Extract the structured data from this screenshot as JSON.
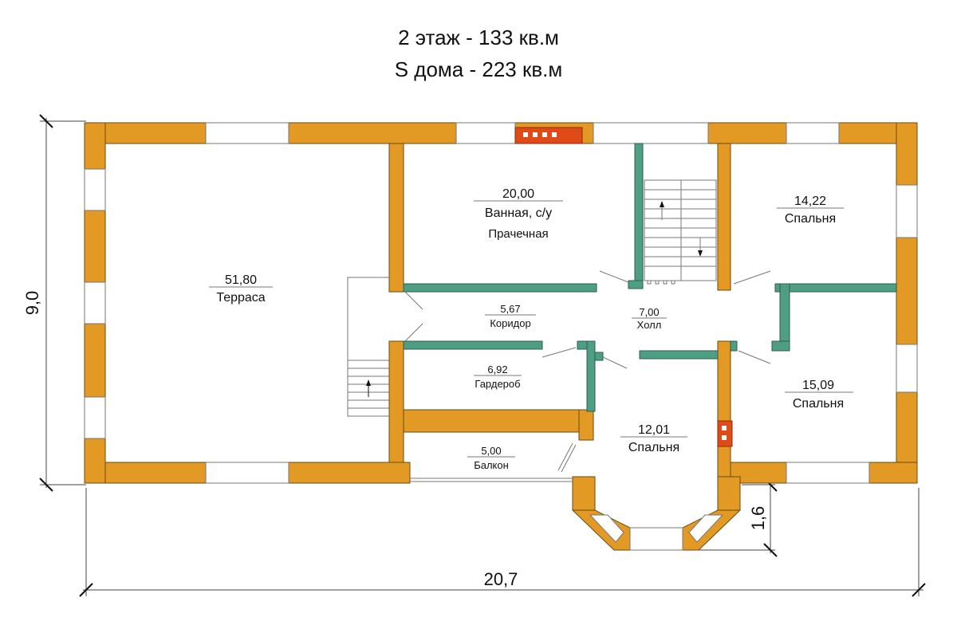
{
  "header": {
    "floor_line": "2 этаж  - 133 кв.м",
    "house_line": "S дома - 223 кв.м"
  },
  "rooms": {
    "terrace": {
      "area": "51,80",
      "name": "Терраса"
    },
    "bath": {
      "area": "20,00",
      "name": "Ванная, с/у",
      "name2": "Прачечная"
    },
    "bed1": {
      "area": "14,22",
      "name": "Спальня"
    },
    "corridor": {
      "area": "5,67",
      "name": "Коридор"
    },
    "hall": {
      "area": "7,00",
      "name": "Холл"
    },
    "wardrobe": {
      "area": "6,92",
      "name": "Гардероб"
    },
    "bed2": {
      "area": "15,09",
      "name": "Спальня"
    },
    "bed3": {
      "area": "12,01",
      "name": "Спальня"
    },
    "balcony": {
      "area": "5,00",
      "name": "Балкон"
    }
  },
  "dimensions": {
    "height": "9,0",
    "width": "20,7",
    "bay": "1,6"
  },
  "colors": {
    "wall": "#e29a24",
    "partition": "#4f9d83",
    "stove": "#e04a16"
  }
}
